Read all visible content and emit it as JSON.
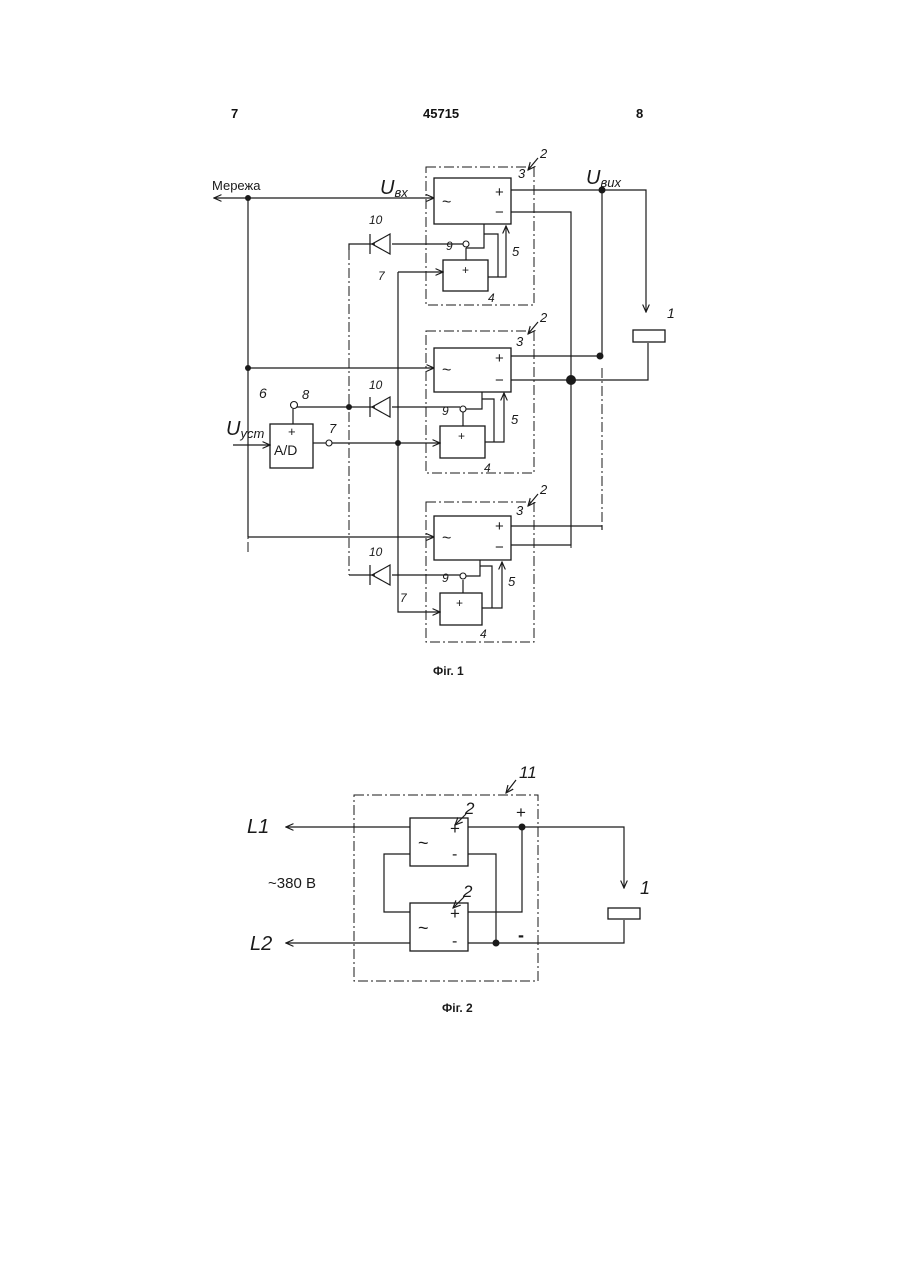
{
  "header": {
    "left_page": "7",
    "patent_number": "45715",
    "right_page": "8"
  },
  "fig1": {
    "caption": "Фіг. 1",
    "network_label": "Мережа",
    "u_in": {
      "base": "U",
      "sub": "вх"
    },
    "u_out": {
      "base": "U",
      "sub": "вих"
    },
    "u_set": {
      "base": "U",
      "sub": "уст"
    },
    "adc_label": "A/D",
    "plus": "+",
    "minus": "−",
    "ac": "~",
    "ref_1": "1",
    "ref_2": "2",
    "ref_3": "3",
    "ref_4": "4",
    "ref_5": "5",
    "ref_6": "6",
    "ref_7": "7",
    "ref_8": "8",
    "ref_9": "9",
    "ref_10": "10"
  },
  "fig2": {
    "caption": "Фіг. 2",
    "l1": "L1",
    "l2": "L2",
    "voltage": "~380 В",
    "ref_11": "11",
    "ref_2": "2",
    "ref_1": "1",
    "plus": "+",
    "minus": "-",
    "ac": "~"
  }
}
